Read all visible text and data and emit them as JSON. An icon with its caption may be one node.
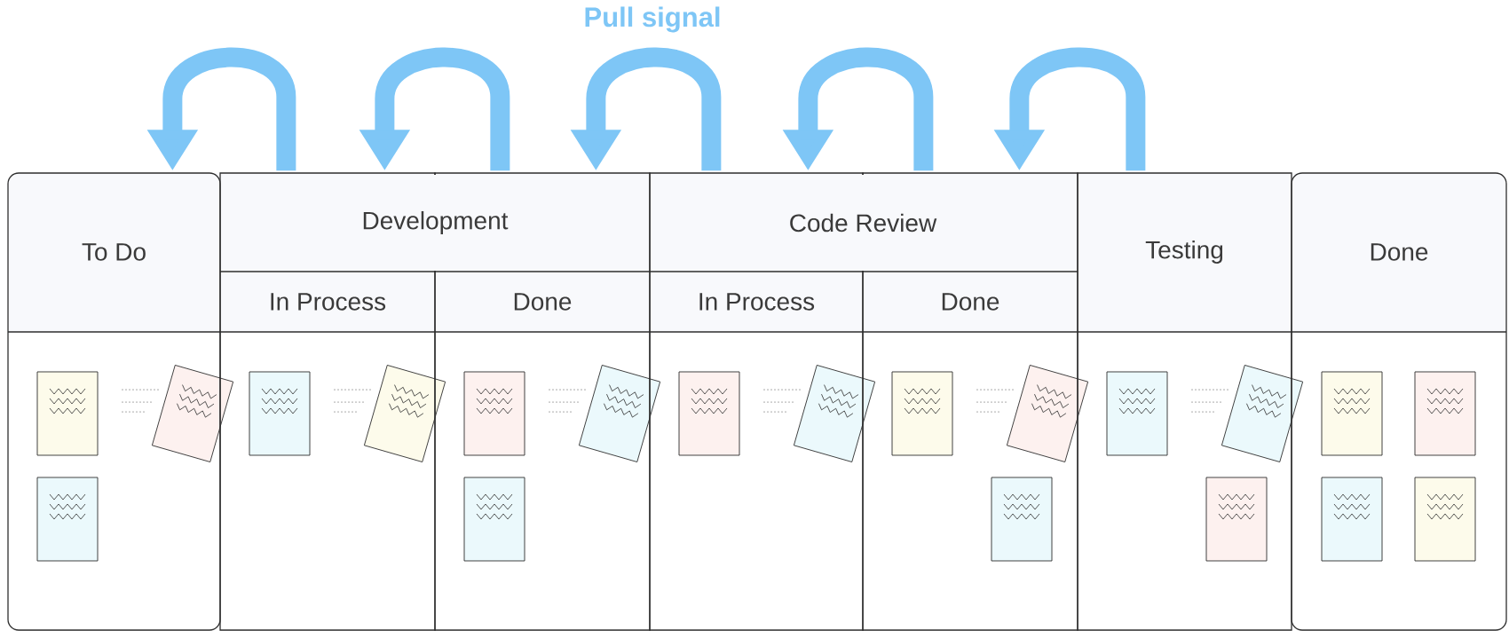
{
  "diagram": {
    "title": "Pull signal",
    "nodes": [
      {
        "text": [
          "To Do"
        ]
      },
      {
        "text": [
          "In Process"
        ]
      },
      {
        "text": [
          "Done"
        ]
      },
      {
        "text": [
          "In Process"
        ]
      },
      {
        "text": [
          "Done"
        ]
      },
      {
        "text": [
          "Testing"
        ]
      },
      {
        "text": [
          "Done"
        ]
      }
    ],
    "edges": [
      {
        "from": 1,
        "to": 0,
        "arrow": "to"
      },
      {
        "from": 2,
        "to": 1,
        "arrow": "to"
      },
      {
        "from": 3,
        "to": 2,
        "arrow": "to"
      },
      {
        "from": 4,
        "to": 3,
        "arrow": "to"
      },
      {
        "from": 5,
        "to": 4,
        "arrow": "to"
      }
    ],
    "labels": [
      "Development",
      "Code Review"
    ]
  }
}
